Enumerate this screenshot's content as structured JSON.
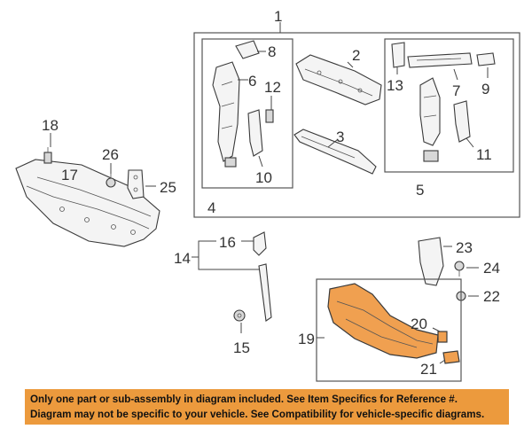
{
  "callouts": {
    "c1": "1",
    "c2": "2",
    "c3": "3",
    "c4": "4",
    "c5": "5",
    "c6": "6",
    "c7": "7",
    "c8": "8",
    "c9": "9",
    "c10": "10",
    "c11": "11",
    "c12": "12",
    "c13": "13",
    "c14": "14",
    "c15": "15",
    "c16": "16",
    "c17": "17",
    "c18": "18",
    "c19": "19",
    "c20": "20",
    "c21": "21",
    "c22": "22",
    "c23": "23",
    "c24": "24",
    "c25": "25",
    "c26": "26"
  },
  "banner": {
    "line1": "Only one part or sub-assembly in diagram included. See Item Specifics for Reference #.",
    "line2": "Diagram may not be specific to your vehicle. See Compatibility for vehicle-specific diagrams."
  },
  "colors": {
    "highlight_part": "#f0a050",
    "banner_background": "#ec9a3d"
  }
}
